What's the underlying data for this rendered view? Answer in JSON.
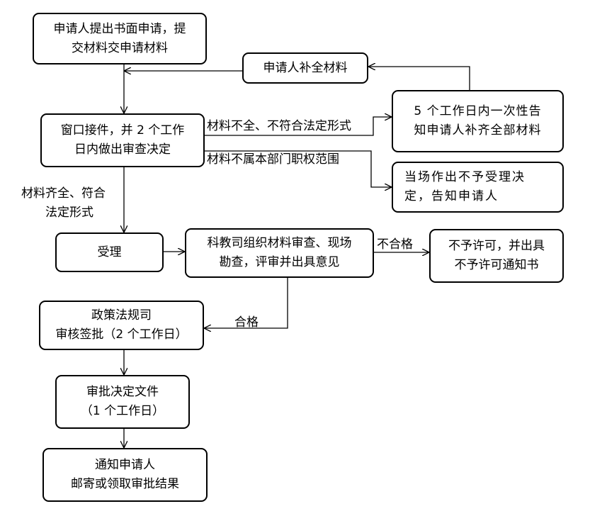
{
  "nodes": {
    "apply": {
      "lines": [
        "申请人提出书面申请，提",
        "交材料交申请材料"
      ]
    },
    "supplement": {
      "text": "申请人补全材料"
    },
    "window": {
      "lines": [
        "窗口接件，并 2 个工作",
        "日内做出审查决定"
      ]
    },
    "notify_5days": {
      "lines": [
        "5 个工作日内一次性告",
        "知申请人补齐全部材料"
      ]
    },
    "not_accept": {
      "lines": [
        "当场作出不予受理决",
        "定，告知申请人"
      ]
    },
    "accept": {
      "text": "受理"
    },
    "review": {
      "lines": [
        "科教司组织材料审查、现场",
        "勘查，评审并出具意见"
      ]
    },
    "deny": {
      "lines": [
        "不予许可，并出具",
        "不予许可通知书"
      ]
    },
    "legal": {
      "lines": [
        "政策法规司",
        "审核签批（2 个工作日）"
      ]
    },
    "decision_doc": {
      "lines": [
        "审批决定文件",
        "（1 个工作日）"
      ]
    },
    "notify_result": {
      "lines": [
        "通知申请人",
        "邮寄或领取审批结果"
      ]
    }
  },
  "edge_labels": {
    "incomplete": "材料不全、不符合法定形式",
    "out_of_scope": "材料不属本部门职权范围",
    "complete": [
      "材料齐全、符合",
      "法定形式"
    ],
    "fail": "不合格",
    "pass": "合格"
  }
}
